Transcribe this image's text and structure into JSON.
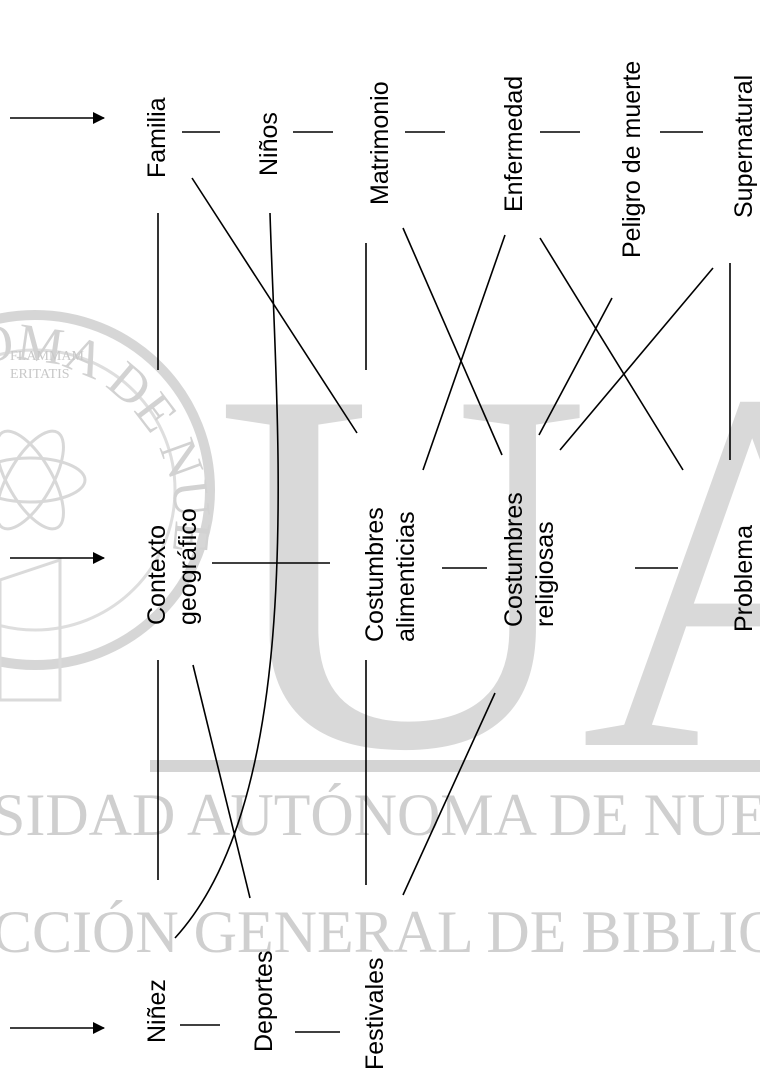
{
  "watermark": {
    "big_text": "UAN",
    "line1": "SIDAD AUTÓNOMA DE NUEV",
    "line2": "CCIÓN GENERAL DE BIBLIOTE",
    "seal_arc": "TONOMA DE NUEVO",
    "seal_motto_1": "FLAMMAM",
    "seal_motto_2": "ERITATIS"
  },
  "diagram": {
    "top_row": [
      "Familia",
      "Niños",
      "Matrimonio",
      "Enfermedad",
      "Peligro de muerte",
      "Supernatural"
    ],
    "mid_row": [
      [
        "Contexto",
        "geográfico"
      ],
      [
        "Costumbres",
        "alimenticias"
      ],
      [
        "Costumbres",
        "religiosas"
      ],
      [
        "Problema"
      ]
    ],
    "bottom_row": [
      "Niñez",
      "Deportes",
      "Festivales"
    ]
  }
}
